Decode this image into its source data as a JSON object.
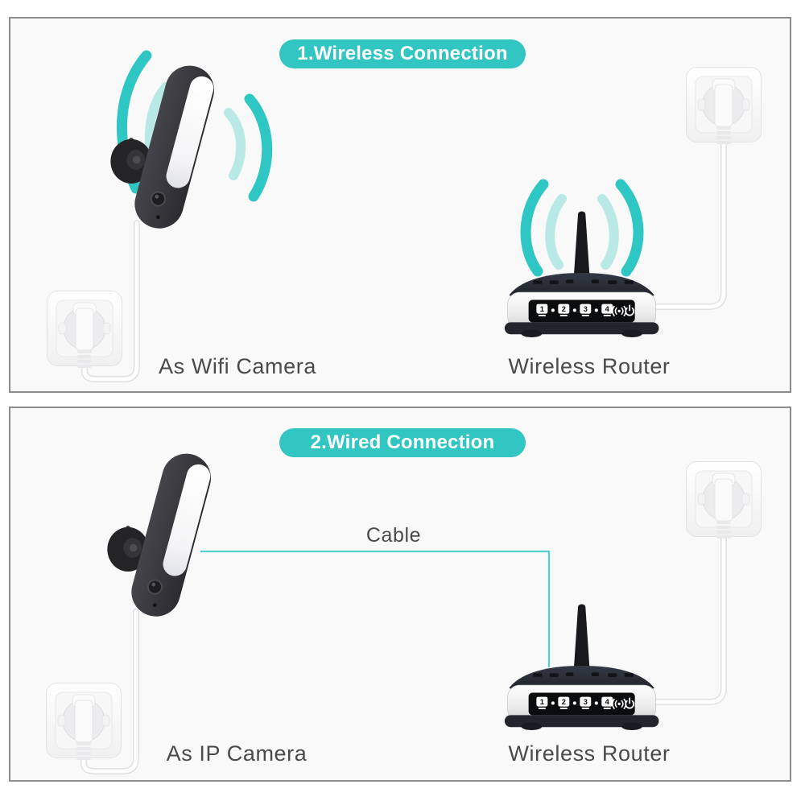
{
  "panel1": {
    "banner": "1.Wireless Connection",
    "camera_label": "As Wifi Camera",
    "router_label": "Wireless Router"
  },
  "panel2": {
    "banner": "2.Wired Connection",
    "cable_label": "Cable",
    "camera_label": "As IP Camera",
    "router_label": "Wireless Router"
  },
  "router": {
    "ports": [
      "1",
      "2",
      "3",
      "4"
    ]
  },
  "colors": {
    "teal": "#32c6c2",
    "teal_light": "#b9e9e5",
    "cable_line": "#4ed1c8",
    "label_text": "#4a4a4a"
  }
}
